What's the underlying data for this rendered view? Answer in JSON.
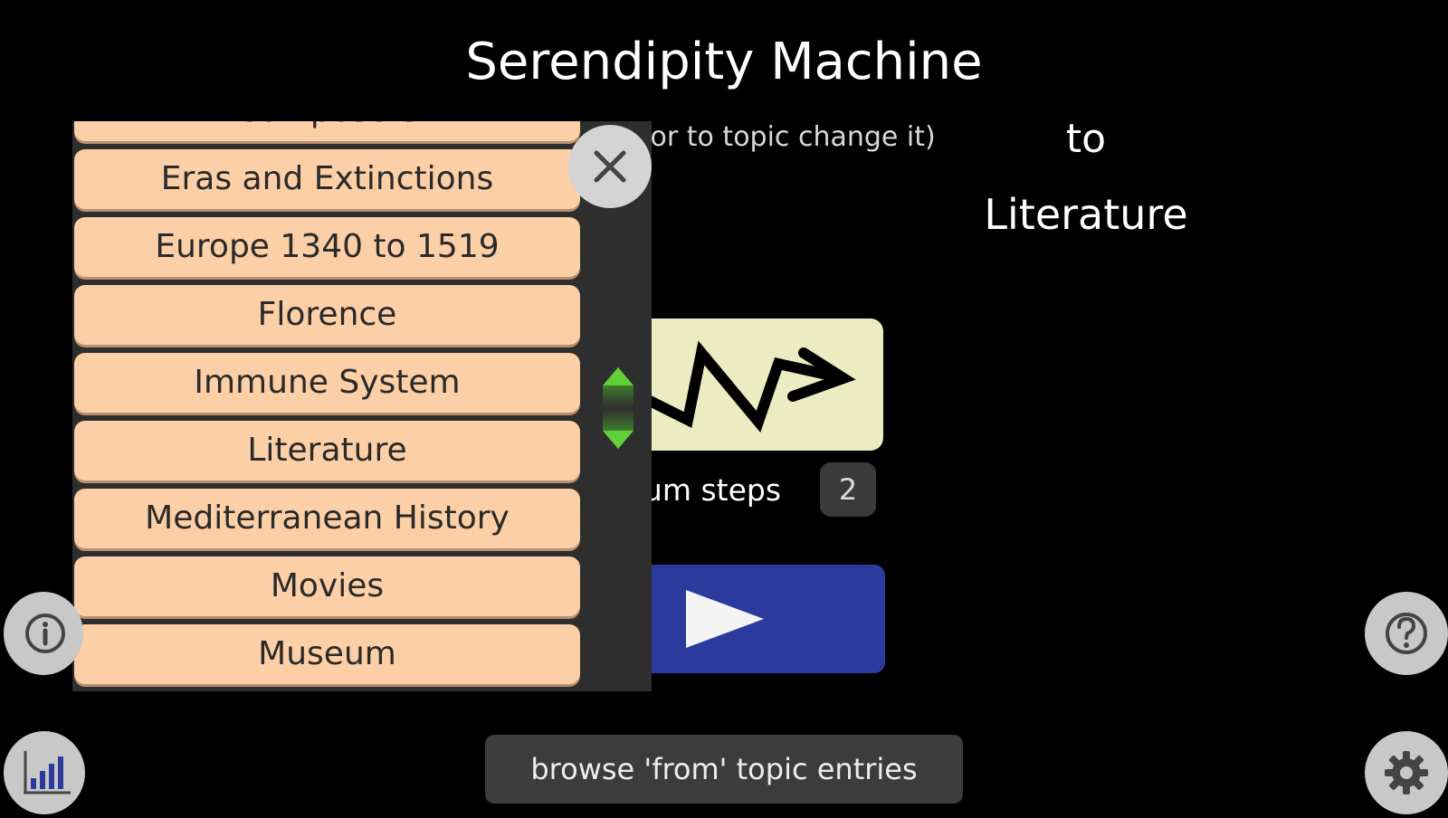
{
  "header": {
    "title": "Serendipity Machine",
    "subtitle_fragment": "n or to topic change it)"
  },
  "destination": {
    "to_label": "to",
    "topic": "Literature"
  },
  "controls": {
    "zigzag_icon": "zigzag-arrow-icon",
    "steps_label": "num steps",
    "steps_value": "2",
    "play_icon": "play-icon"
  },
  "topic_list": {
    "items": [
      "Composers",
      "Eras and Extinctions",
      "Europe 1340 to 1519",
      "Florence",
      "Immune System",
      "Literature",
      "Mediterranean History",
      "Movies",
      "Museum"
    ],
    "close_icon": "close-icon",
    "scroll_icon": "scroll-arrows-icon"
  },
  "toast": {
    "text": "browse 'from' topic entries"
  },
  "icons": {
    "info": "info-icon",
    "help": "help-icon",
    "stats": "bar-chart-icon",
    "settings": "gear-icon"
  },
  "colors": {
    "list_item": "#fccfa6",
    "play_button": "#2c3a9e",
    "zigzag_button": "#ececc2",
    "scroll_arrows": "#4cb82e"
  }
}
